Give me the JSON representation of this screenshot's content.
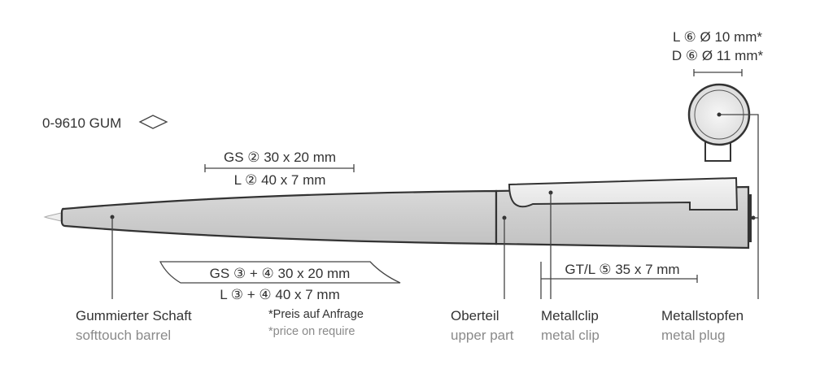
{
  "product": {
    "code": "0-9610 GUM",
    "icon": "diamond-outline-icon"
  },
  "imprints": {
    "barrel_gs": "GS ② 30 x 20 mm",
    "barrel_l": "L ② 40 x 7 mm",
    "wrap_gs": "GS ③ + ④ 30 x 20 mm",
    "wrap_l": "L ③ + ④ 40 x 7 mm",
    "clip": "GT/L ⑤ 35 x 7 mm",
    "plug_l": "L ⑥ Ø 10 mm*",
    "plug_d": "D ⑥ Ø 11 mm*"
  },
  "notes": {
    "de": "*Preis auf Anfrage",
    "en": "*price on require"
  },
  "parts": [
    {
      "de": "Gummierter Schaft",
      "en": "softtouch barrel"
    },
    {
      "de": "Oberteil",
      "en": "upper part"
    },
    {
      "de": "Metallclip",
      "en": "metal clip"
    },
    {
      "de": "Metallstopfen",
      "en": "metal plug"
    }
  ],
  "colors": {
    "barrel": "#cfcfcf",
    "outline": "#333333",
    "clip": "#ececec"
  }
}
